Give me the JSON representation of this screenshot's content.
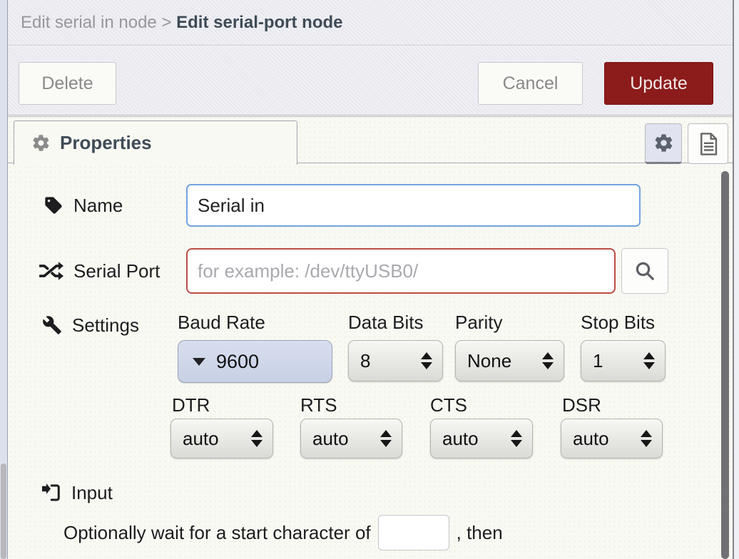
{
  "breadcrumb": {
    "parent": "Edit serial in node",
    "separator": " > ",
    "current": "Edit serial-port node"
  },
  "toolbar": {
    "delete_label": "Delete",
    "cancel_label": "Cancel",
    "update_label": "Update"
  },
  "tabs": {
    "properties_label": "Properties"
  },
  "form": {
    "name": {
      "label": "Name",
      "value": "Serial in"
    },
    "serial_port": {
      "label": "Serial Port",
      "placeholder": "for example: /dev/ttyUSB0/"
    },
    "settings": {
      "label": "Settings",
      "baud_rate": {
        "label": "Baud Rate",
        "value": "9600"
      },
      "data_bits": {
        "label": "Data Bits",
        "value": "8"
      },
      "parity": {
        "label": "Parity",
        "value": "None"
      },
      "stop_bits": {
        "label": "Stop Bits",
        "value": "1"
      },
      "dtr": {
        "label": "DTR",
        "value": "auto"
      },
      "rts": {
        "label": "RTS",
        "value": "auto"
      },
      "cts": {
        "label": "CTS",
        "value": "auto"
      },
      "dsr": {
        "label": "DSR",
        "value": "auto"
      }
    },
    "input_section": {
      "label": "Input",
      "wait_text_before": "Optionally wait for a start character of",
      "wait_char_value": "",
      "wait_text_after": ", then"
    }
  },
  "colors": {
    "accent_red": "#8c1b1b",
    "focus_blue": "#74a3df",
    "error_red": "#bb4d44",
    "header_bg": "#e8e8ef",
    "form_bg": "#f9f9f4"
  }
}
